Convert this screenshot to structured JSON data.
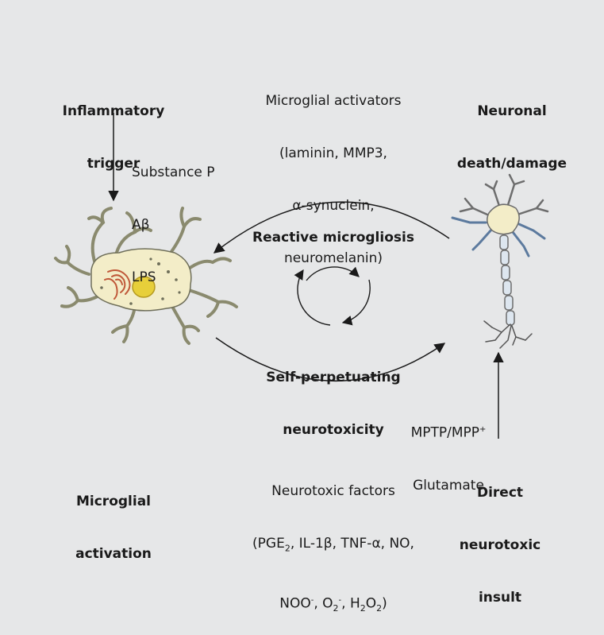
{
  "colors": {
    "background": "#e6e7e8",
    "text": "#1a1a1a",
    "cell_fill": "#f3edc8",
    "nucleus": "#e7cf3a",
    "organelle": "#c0593a",
    "axon_blue": "#5c7a9e"
  },
  "labels": {
    "inflammatory_trigger": [
      "Inflammatory",
      "trigger"
    ],
    "trigger_agents": [
      "Substance P",
      "Aβ",
      "LPS"
    ],
    "microglial_activators": [
      "Microglial activators",
      "(laminin, MMP3,",
      "α-synuclein,",
      "neuromelanin)"
    ],
    "neuronal_death": [
      "Neuronal",
      "death/damage"
    ],
    "reactive_microgliosis": "Reactive microgliosis",
    "self_perpetuating": [
      "Self-perpetuating",
      "neurotoxicity"
    ],
    "direct_insult_agents": {
      "mptp": "MPTP/MPP",
      "mptp_sup": "+",
      "glutamate": "Glutamate"
    },
    "microglial_activation": [
      "Microglial",
      "activation"
    ],
    "neurotoxic_factors": {
      "title": "Neurotoxic factors",
      "line2": {
        "a": "(PGE",
        "a_sub": "2",
        "b": ", IL-1β, TNF-α, NO,"
      },
      "line3": {
        "a": "NOO",
        "a_sup": "-",
        "b": ", O",
        "b_sub": "2",
        "b_sup": "-",
        "c": ", H",
        "c_sub": "2",
        "d": "O",
        "d_sub": "2",
        "e": ")"
      }
    },
    "direct_neurotoxic_insult": [
      "Direct",
      "neurotoxic",
      "insult"
    ]
  },
  "icons": [
    "microglia-cell-icon",
    "neuron-icon"
  ]
}
